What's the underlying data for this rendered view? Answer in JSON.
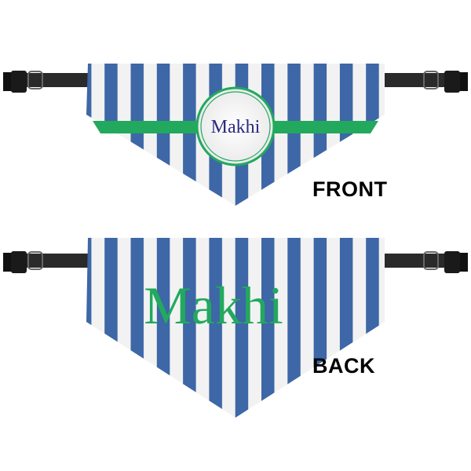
{
  "product": {
    "front": {
      "label": "FRONT",
      "name": "Makhi"
    },
    "back": {
      "label": "BACK",
      "name": "Makhi"
    }
  },
  "colors": {
    "stripe_blue": "#3d67a6",
    "stripe_white": "#f2f2f2",
    "accent_green": "#22a95e",
    "name_navy": "#2b2a80",
    "strap": "#2a2a2a"
  }
}
